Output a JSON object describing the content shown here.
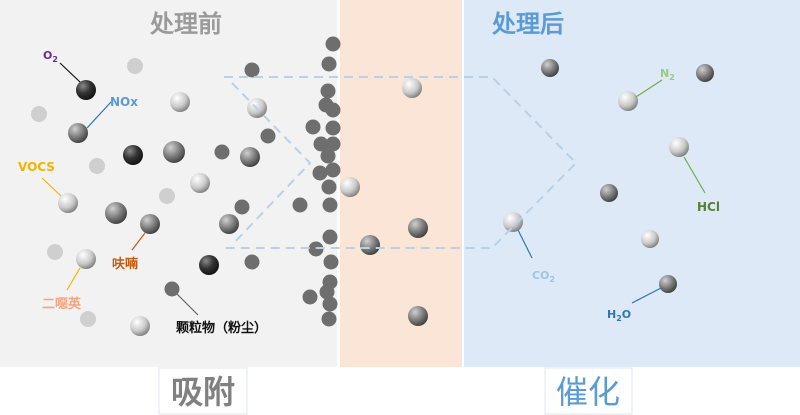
{
  "titles": {
    "before": "处理前",
    "after": "处理后"
  },
  "stages": {
    "adsorption": "吸附",
    "catalysis": "催化"
  },
  "labels": {
    "o2": {
      "main": "O",
      "sub": "2"
    },
    "nox": "NOx",
    "vocs": "VOCS",
    "furan": "呋喃",
    "dioxin": "二噁英",
    "particulate": "颗粒物（粉尘）",
    "n2": {
      "main": "N",
      "sub": "2"
    },
    "hcl": "HCl",
    "co2": {
      "main": "CO",
      "sub": "2"
    },
    "h2o": {
      "main": "H",
      "sub": "2",
      "tail": "O"
    }
  },
  "colors": {
    "before_bg": "#f2f2f2",
    "adsorb_bg": "#fbe5d6",
    "after_bg": "#dde9f6",
    "o2": "#6a2c91",
    "nox": "#5b9bd5",
    "vocs": "#f0b400",
    "furan": "#c55a11",
    "dioxin": "#f4a582",
    "particulate": "#111111",
    "n2": "#9acb7a",
    "hcl": "#548235",
    "co2": "#9dc3e6",
    "h2o": "#2e75b6",
    "title_before": "#9a9a9a",
    "title_after": "#5b9bd5"
  }
}
